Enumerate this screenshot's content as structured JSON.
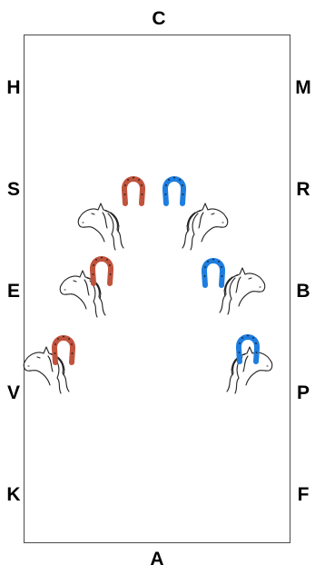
{
  "arena": {
    "letters": {
      "top": "C",
      "bottom": "A",
      "left": [
        "H",
        "S",
        "E",
        "V",
        "K"
      ],
      "right": [
        "M",
        "R",
        "B",
        "P",
        "F"
      ]
    }
  },
  "colors": {
    "left_track": "#c1533d",
    "right_track": "#1e7ee0",
    "arena_line": "#4a4a4a",
    "horse_line": "#222222"
  },
  "icons": {
    "shoe": "horseshoe-icon",
    "horse": "horse-head-icon"
  }
}
